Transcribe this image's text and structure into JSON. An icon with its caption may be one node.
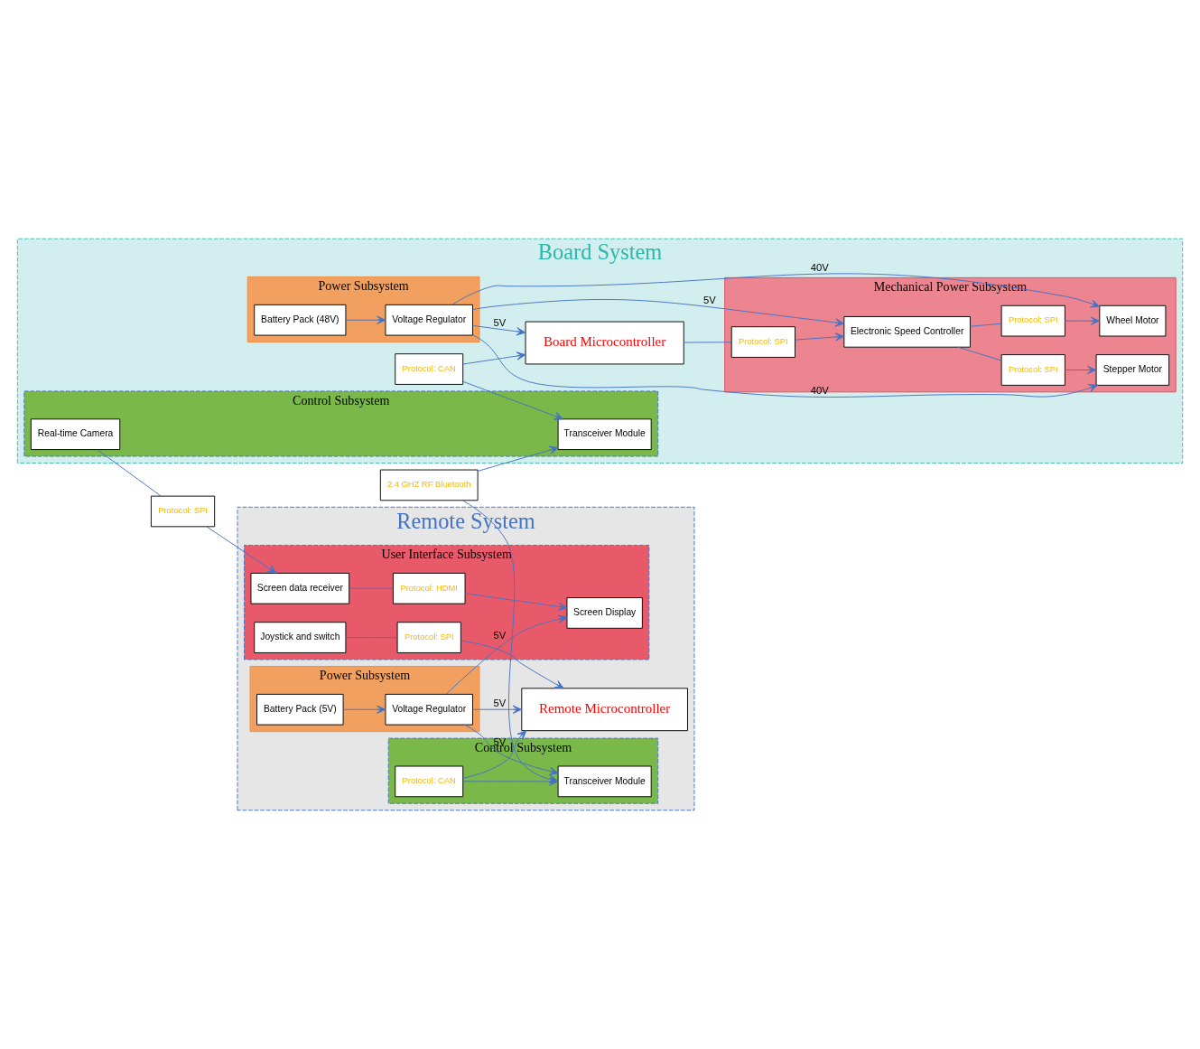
{
  "diagram": {
    "nodes": [
      {
        "text": [
          "Board System"
        ]
      },
      {
        "text": [
          "Mechanical Power Subsystem"
        ],
        "in": 0
      },
      {
        "text": [
          "Wheel Motor"
        ],
        "in": 1
      },
      {
        "text": [
          "Protocol: SPI"
        ],
        "in": 1
      },
      {
        "text": [
          "Electronic Speed Controller"
        ],
        "in": 1
      },
      {
        "text": [
          "Protocol: SPI"
        ],
        "in": 1
      },
      {
        "text": [
          "Stepper Motor"
        ],
        "in": 1
      },
      {
        "text": [
          "Protocol: SPI"
        ],
        "in": 1
      },
      {
        "text": [
          "Power Subsystem"
        ],
        "in": 0
      },
      {
        "text": [
          "Battery Pack (48V)"
        ],
        "in": 8
      },
      {
        "text": [
          "Voltage Regulator"
        ],
        "in": 8
      },
      {
        "text": [
          "Board Microcontroller"
        ],
        "in": 0
      },
      {
        "text": [
          "Control Subsystem"
        ],
        "in": 0
      },
      {
        "text": [
          "Protocol: CAN"
        ],
        "in": 0
      },
      {
        "text": [
          "Transceiver Module"
        ],
        "in": 12
      },
      {
        "text": [
          "Real-time Camera"
        ],
        "in": 12
      },
      {
        "text": [
          "Protocol: SPI"
        ]
      },
      {
        "text": [
          "2.4 GHZ RF Bluetooth"
        ]
      },
      {
        "text": [
          "Remote System"
        ]
      },
      {
        "text": [
          "User Interface Subsystem"
        ],
        "in": 18
      },
      {
        "text": [
          "Screen data receiver"
        ],
        "in": 19
      },
      {
        "text": [
          "Protocol: HDMI"
        ],
        "in": 19
      },
      {
        "text": [
          "Screen Display"
        ],
        "in": 19
      },
      {
        "text": [
          "Joystick and switch"
        ],
        "in": 19
      },
      {
        "text": [
          "Protocol: SPI"
        ],
        "in": 19
      },
      {
        "text": [
          "Power Subsystem"
        ],
        "in": 18
      },
      {
        "text": [
          "Battery Pack (5V)"
        ],
        "in": 25
      },
      {
        "text": [
          "Voltage Regulator"
        ],
        "in": 25
      },
      {
        "text": [
          "Remote Microcontroller"
        ],
        "in": 18
      },
      {
        "text": [
          "Control Subsystem"
        ],
        "in": 18
      },
      {
        "text": [
          "Protocol: CAN"
        ],
        "in": 29
      },
      {
        "text": [
          "Transceiver Module"
        ],
        "in": 29
      }
    ],
    "edges": [
      {
        "from": 9,
        "to": 10,
        "arrow": "to"
      },
      {
        "from": 10,
        "to": 6,
        "arrow": "to",
        "label": "40V"
      },
      {
        "from": 10,
        "to": 2,
        "arrow": "to",
        "label": "40V"
      },
      {
        "from": 10,
        "to": 4,
        "arrow": "to",
        "label": "5V"
      },
      {
        "from": 10,
        "to": 11,
        "arrow": "to",
        "label": "5V"
      },
      {
        "from": 4,
        "to": 3,
        "arrow": "none"
      },
      {
        "from": 3,
        "to": 2,
        "arrow": "to"
      },
      {
        "from": 4,
        "to": 5,
        "arrow": "none"
      },
      {
        "from": 5,
        "to": 6,
        "arrow": "to"
      },
      {
        "from": 11,
        "to": 7,
        "arrow": "none"
      },
      {
        "from": 7,
        "to": 4,
        "arrow": "to"
      },
      {
        "from": 13,
        "to": 11,
        "arrow": "to"
      },
      {
        "from": 13,
        "to": 14,
        "arrow": "to"
      },
      {
        "from": 17,
        "to": 14,
        "arrow": "to"
      },
      {
        "from": 17,
        "to": 31,
        "arrow": "to"
      },
      {
        "from": 15,
        "to": 16,
        "arrow": "none"
      },
      {
        "from": 16,
        "to": 20,
        "arrow": "to"
      },
      {
        "from": 20,
        "to": 21,
        "arrow": "none"
      },
      {
        "from": 21,
        "to": 22,
        "arrow": "to"
      },
      {
        "from": 23,
        "to": 24,
        "arrow": "none"
      },
      {
        "from": 24,
        "to": 28,
        "arrow": "to"
      },
      {
        "from": 26,
        "to": 27,
        "arrow": "to"
      },
      {
        "from": 27,
        "to": 22,
        "arrow": "to",
        "label": "5V"
      },
      {
        "from": 27,
        "to": 28,
        "arrow": "to",
        "label": "5V"
      },
      {
        "from": 27,
        "to": 31,
        "arrow": "to",
        "label": "5V"
      },
      {
        "from": 30,
        "to": 28,
        "arrow": "to"
      },
      {
        "from": 30,
        "to": 31,
        "arrow": "to"
      }
    ]
  }
}
